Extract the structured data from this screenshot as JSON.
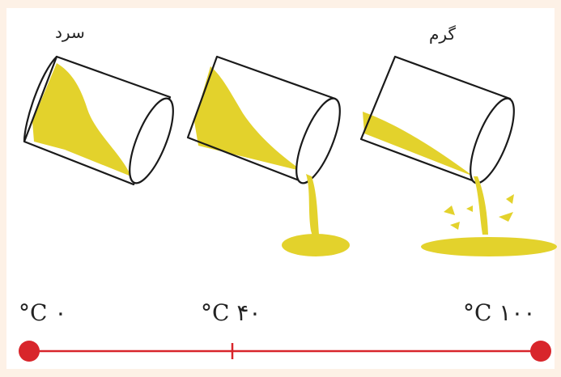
{
  "labels": {
    "cold": "سرد",
    "hot": "گرم"
  },
  "scale": {
    "start": "°C ۰",
    "middle": "°C ۴۰",
    "end": "°C ۱۰۰"
  },
  "colors": {
    "liquid": "#e3d22c",
    "line": "#d8252b",
    "dot": "#d8252b",
    "background": "#fdf1e6"
  }
}
